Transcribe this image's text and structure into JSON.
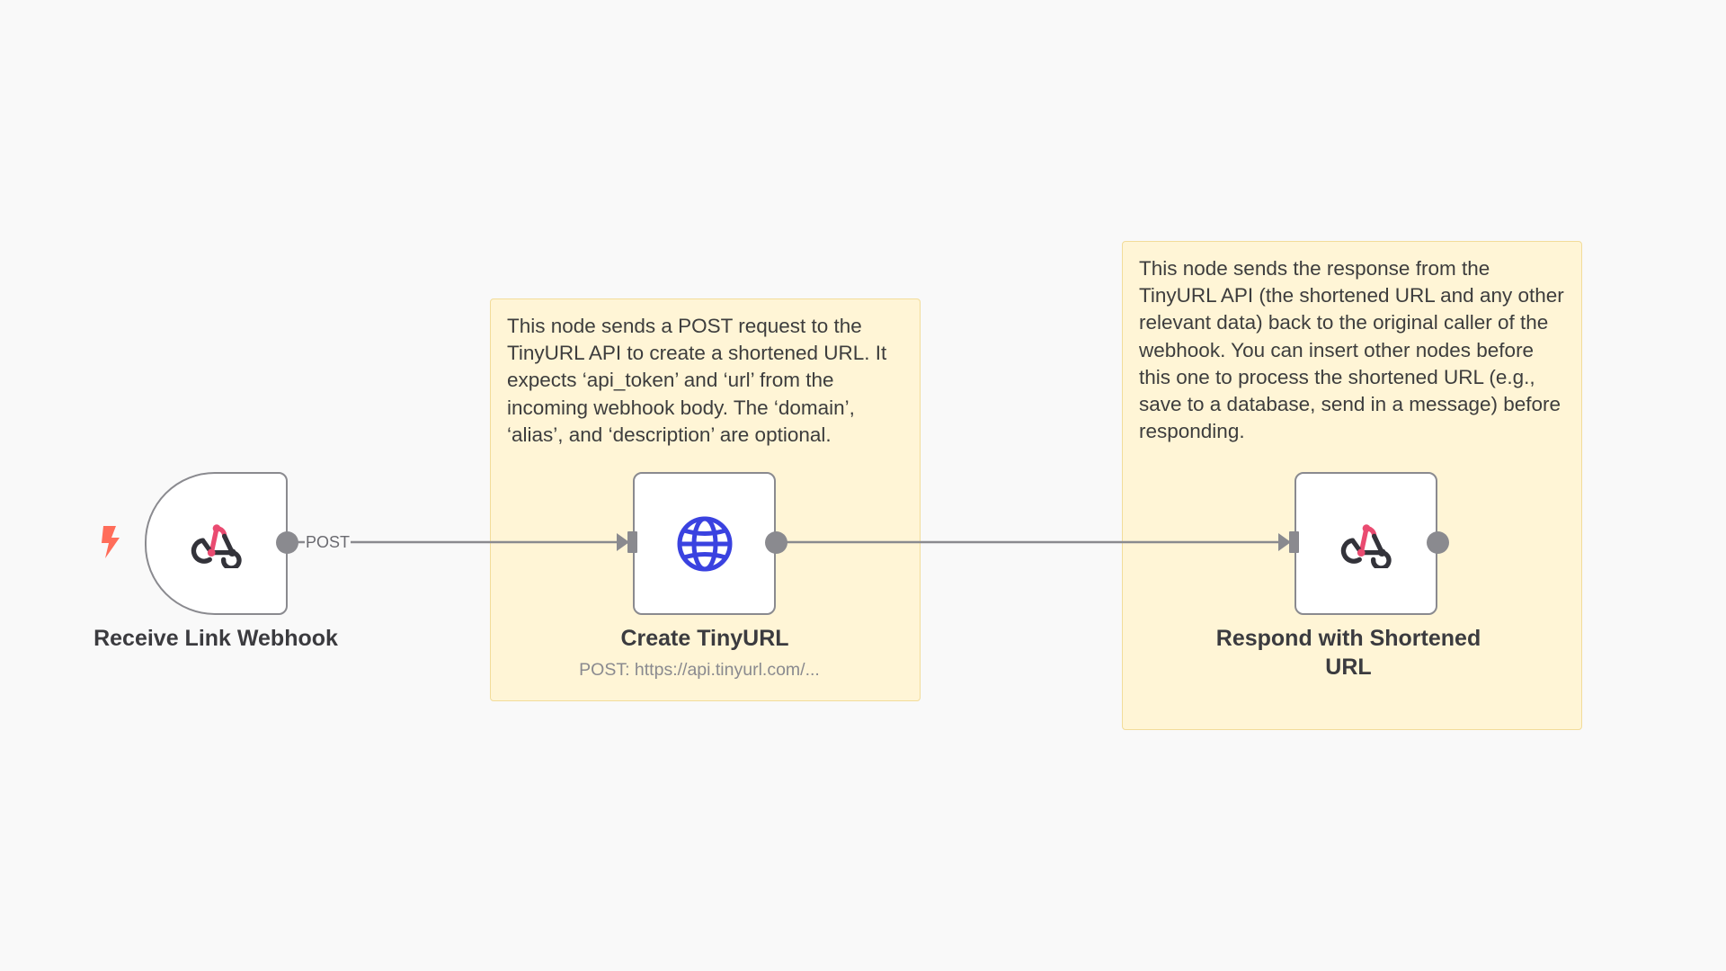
{
  "workflow": {
    "nodes": [
      {
        "id": "receive-link-webhook",
        "label": "Receive Link Webhook",
        "icon": "webhook-icon",
        "trigger": true
      },
      {
        "id": "create-tinyurl",
        "label": "Create TinyURL",
        "subtitle": "POST: https://api.tinyurl.com/...",
        "icon": "globe-icon"
      },
      {
        "id": "respond-with-shortened-url",
        "label": "Respond with Shortened URL",
        "icon": "webhook-icon"
      }
    ],
    "connections": [
      {
        "from": "receive-link-webhook",
        "to": "create-tinyurl",
        "label": "POST"
      },
      {
        "from": "create-tinyurl",
        "to": "respond-with-shortened-url",
        "label": ""
      }
    ],
    "sticky_notes": [
      {
        "text": "This node sends a POST request to the TinyURL API to create a shortened URL. It expects ‘api_token’ and ‘url’ from the incoming webhook body. The ‘domain’, ‘alias’, and ‘description’ are optional."
      },
      {
        "text": "This node sends the response from the TinyURL API (the shortened URL and any other relevant data) back to the original caller of the webhook. You can insert other nodes before this one to process the shortened URL (e.g., save to a database, send in a message) before responding."
      }
    ]
  },
  "colors": {
    "canvas_background": "#f9f9f9",
    "sticky_background": "#fff5d6",
    "node_border": "#8a8a8f",
    "edge": "#8a8a8f",
    "trigger_bolt": "#ff6d5a",
    "webhook_red": "#ea4b71",
    "webhook_dark": "#33333a",
    "globe_blue": "#3a42e0"
  }
}
